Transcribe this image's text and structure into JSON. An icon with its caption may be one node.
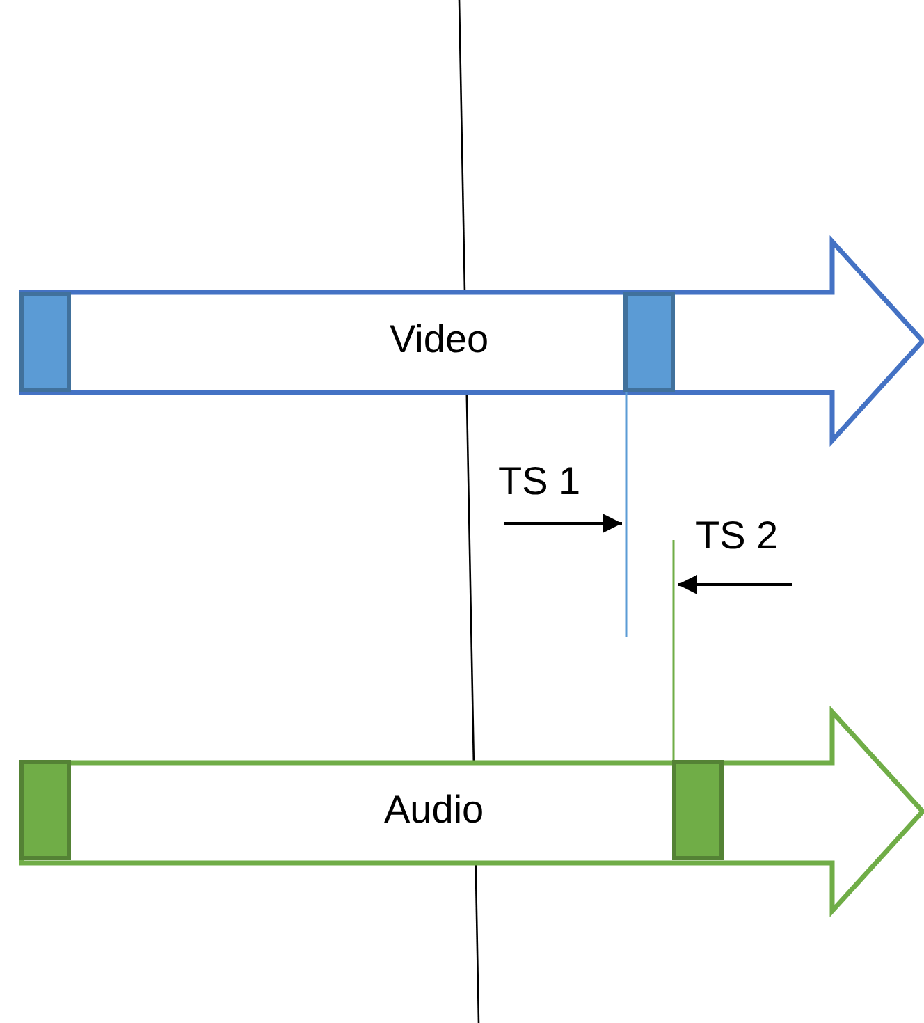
{
  "diagram": {
    "nodes": [
      {
        "text": [
          "Video"
        ]
      },
      {
        "text": [],
        "shape": "bar",
        "in": 0
      },
      {
        "text": [],
        "shape": "bar",
        "in": 0
      },
      {
        "text": [
          "Audio"
        ]
      },
      {
        "text": [],
        "shape": "bar",
        "in": 3
      },
      {
        "text": [],
        "shape": "bar",
        "in": 3
      }
    ],
    "labels": [
      "TS 1",
      "TS 2"
    ]
  }
}
